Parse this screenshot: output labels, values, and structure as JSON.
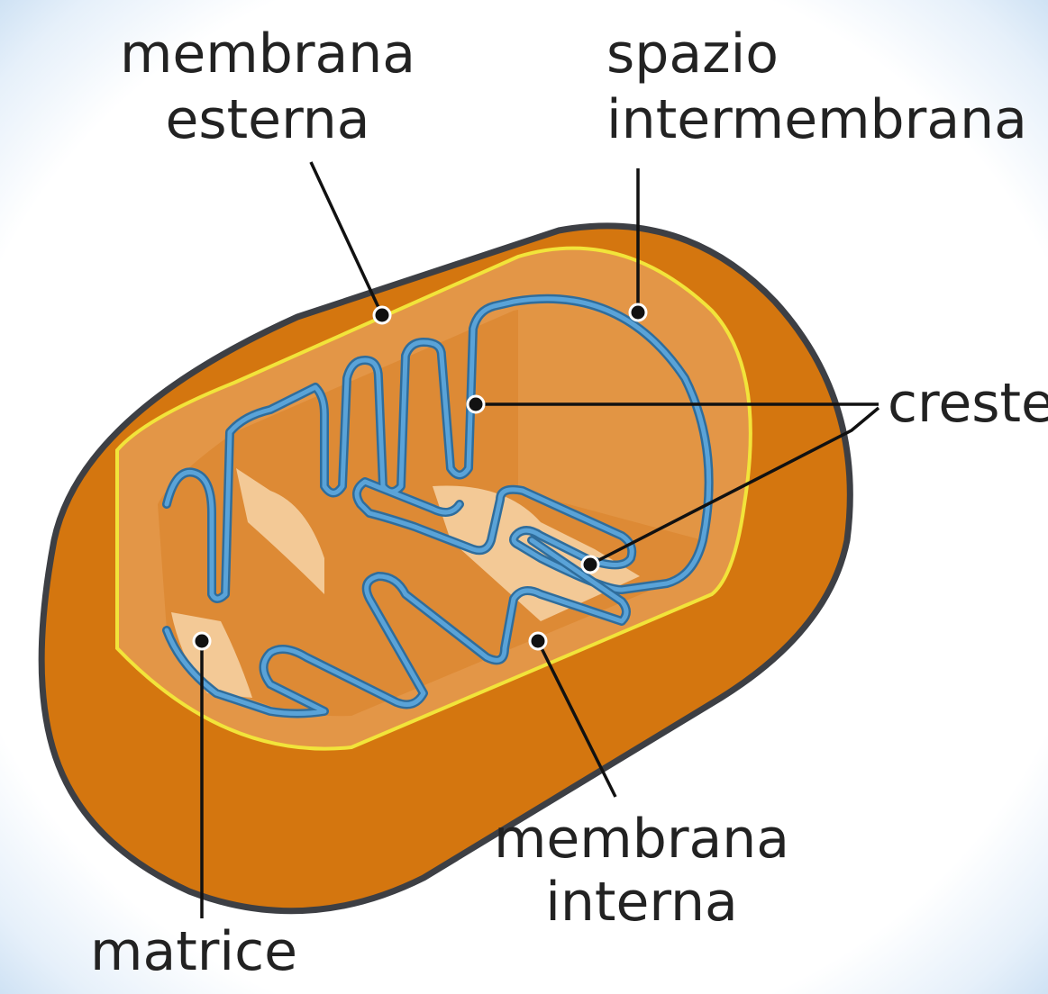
{
  "labels": {
    "outer_membrane_1": "membrana",
    "outer_membrane_2": "esterna",
    "intermembrane_1": "spazio",
    "intermembrane_2": "intermembrana",
    "cristae": "creste",
    "inner_membrane_1": "membrana",
    "inner_membrane_2": "interna",
    "matrix": "matrice"
  },
  "colors": {
    "outer_body": "#d4760f",
    "outline": "#3d3f44",
    "intermembrane_face": "#e39647",
    "matrix_light": "#f3c996",
    "inner_membrane": "#3f89c3",
    "outer_membrane_line": "#f2e43a"
  }
}
